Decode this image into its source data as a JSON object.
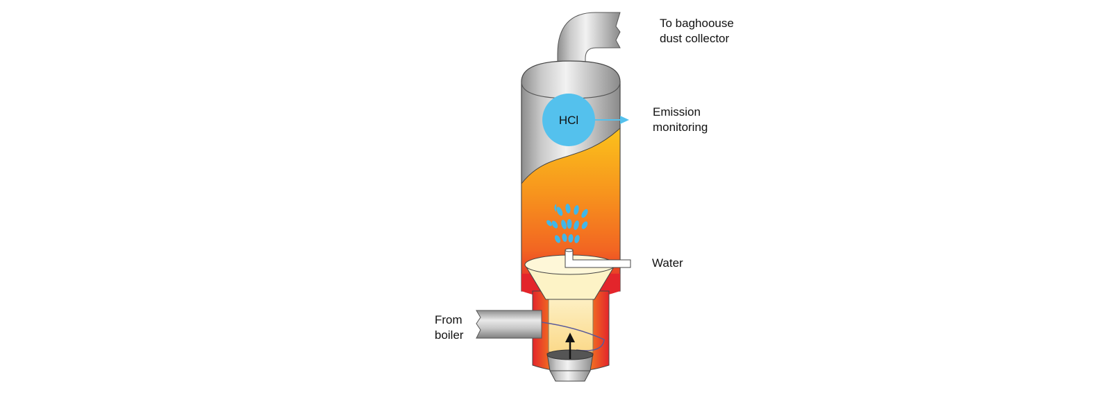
{
  "labels": {
    "outlet_line1": "To baghoouse",
    "outlet_line2": "dust collector",
    "monitor_line1": "Emission",
    "monitor_line2": "monitoring",
    "water": "Water",
    "inlet_line1": "From",
    "inlet_line2": "boiler",
    "hcl": "HCl"
  },
  "colors": {
    "shell_gray": "#b9b9b9",
    "flame_yellow": "#fbc21c",
    "flame_orange": "#f5821f",
    "flame_red": "#e3252b",
    "hcl_blue": "#54c1ed",
    "water_drop_blue": "#41b7e8",
    "cone_cream": "#fdf3c6"
  },
  "icons": [
    "water-spray-drops",
    "flow-arrow-up",
    "monitoring-arrow"
  ]
}
